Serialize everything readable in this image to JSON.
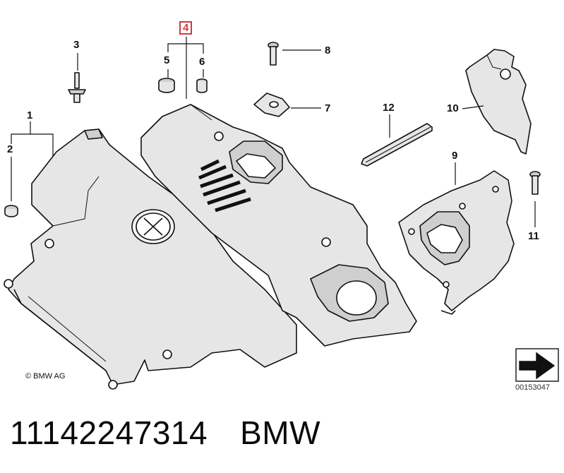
{
  "callouts": {
    "c1": "1",
    "c2": "2",
    "c3": "3",
    "c4": "4",
    "c5": "5",
    "c6": "6",
    "c7": "7",
    "c8": "8",
    "c9": "9",
    "c10": "10",
    "c11": "11",
    "c12": "12"
  },
  "copyright": "© BMW AG",
  "reference_number": "00153047",
  "footer": {
    "part_number": "11142247314",
    "brand": "BMW"
  },
  "colors": {
    "part_fill": "#e6e6e6",
    "part_shade": "#cfcfcf",
    "line": "#111111",
    "highlight": "#d23a3a"
  },
  "icons": [
    "arrow-direction-icon",
    "roundel-logo-icon"
  ]
}
